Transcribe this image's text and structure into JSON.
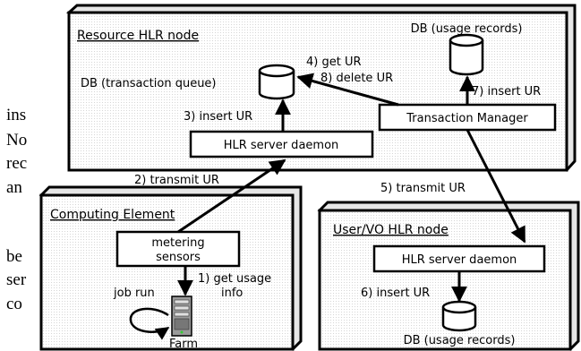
{
  "background_text_fragments": [
    "ins",
    "No",
    "rec",
    "an",
    "be",
    "ser",
    "co"
  ],
  "resource_node": {
    "title": "Resource HLR node",
    "db_transaction_queue": "DB (transaction queue)",
    "db_usage_records": "DB (usage records)",
    "hlr_server_daemon": "HLR server daemon",
    "transaction_manager": "Transaction Manager"
  },
  "computing_element": {
    "title": "Computing Element",
    "metering_sensors_line1": "metering",
    "metering_sensors_line2": "sensors",
    "job_run": "job run",
    "farm": "Farm"
  },
  "user_vo_node": {
    "title": "User/VO HLR node",
    "hlr_server_daemon": "HLR server daemon",
    "db_usage_records": "DB (usage records)"
  },
  "steps": {
    "s1_line1": "1) get usage",
    "s1_line2": "info",
    "s2": "2) transmit UR",
    "s3": "3) insert UR",
    "s4": "4) get UR",
    "s5": "5) transmit UR",
    "s6": "6) insert UR",
    "s7": "7) insert UR",
    "s8": "8) delete UR"
  }
}
